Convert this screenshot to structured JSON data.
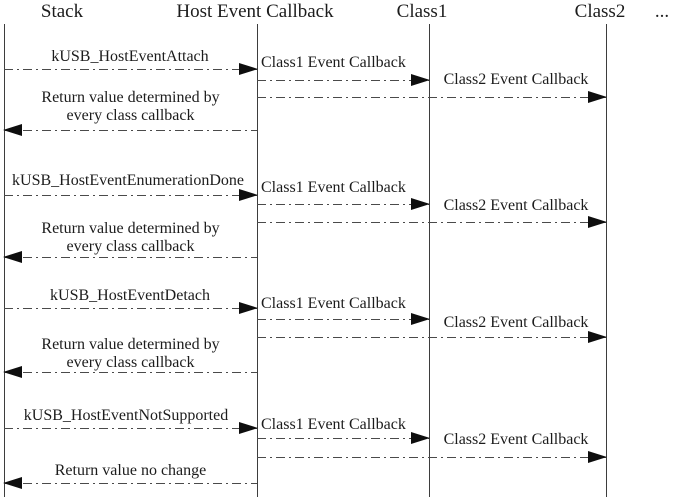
{
  "lifelines": {
    "stack": {
      "label": "Stack"
    },
    "host": {
      "label": "Host Event Callback"
    },
    "class1": {
      "label": "Class1"
    },
    "class2": {
      "label": "Class2"
    }
  },
  "ellipsis": "...",
  "blocks": [
    {
      "event": "kUSB_HostEventAttach",
      "class1_call": "Class1 Event Callback",
      "class2_call": "Class2 Event Callback",
      "return_label": "Return value determined by every class callback"
    },
    {
      "event": "kUSB_HostEventEnumerationDone",
      "class1_call": "Class1 Event Callback",
      "class2_call": "Class2 Event Callback",
      "return_label": "Return value determined by every class callback"
    },
    {
      "event": "kUSB_HostEventDetach",
      "class1_call": "Class1 Event Callback",
      "class2_call": "Class2 Event Callback",
      "return_label": "Return value determined by every class callback"
    },
    {
      "event": "kUSB_HostEventNotSupported",
      "class1_call": "Class1 Event Callback",
      "class2_call": "Class2 Event Callback",
      "return_label": "Return value no change"
    }
  ]
}
